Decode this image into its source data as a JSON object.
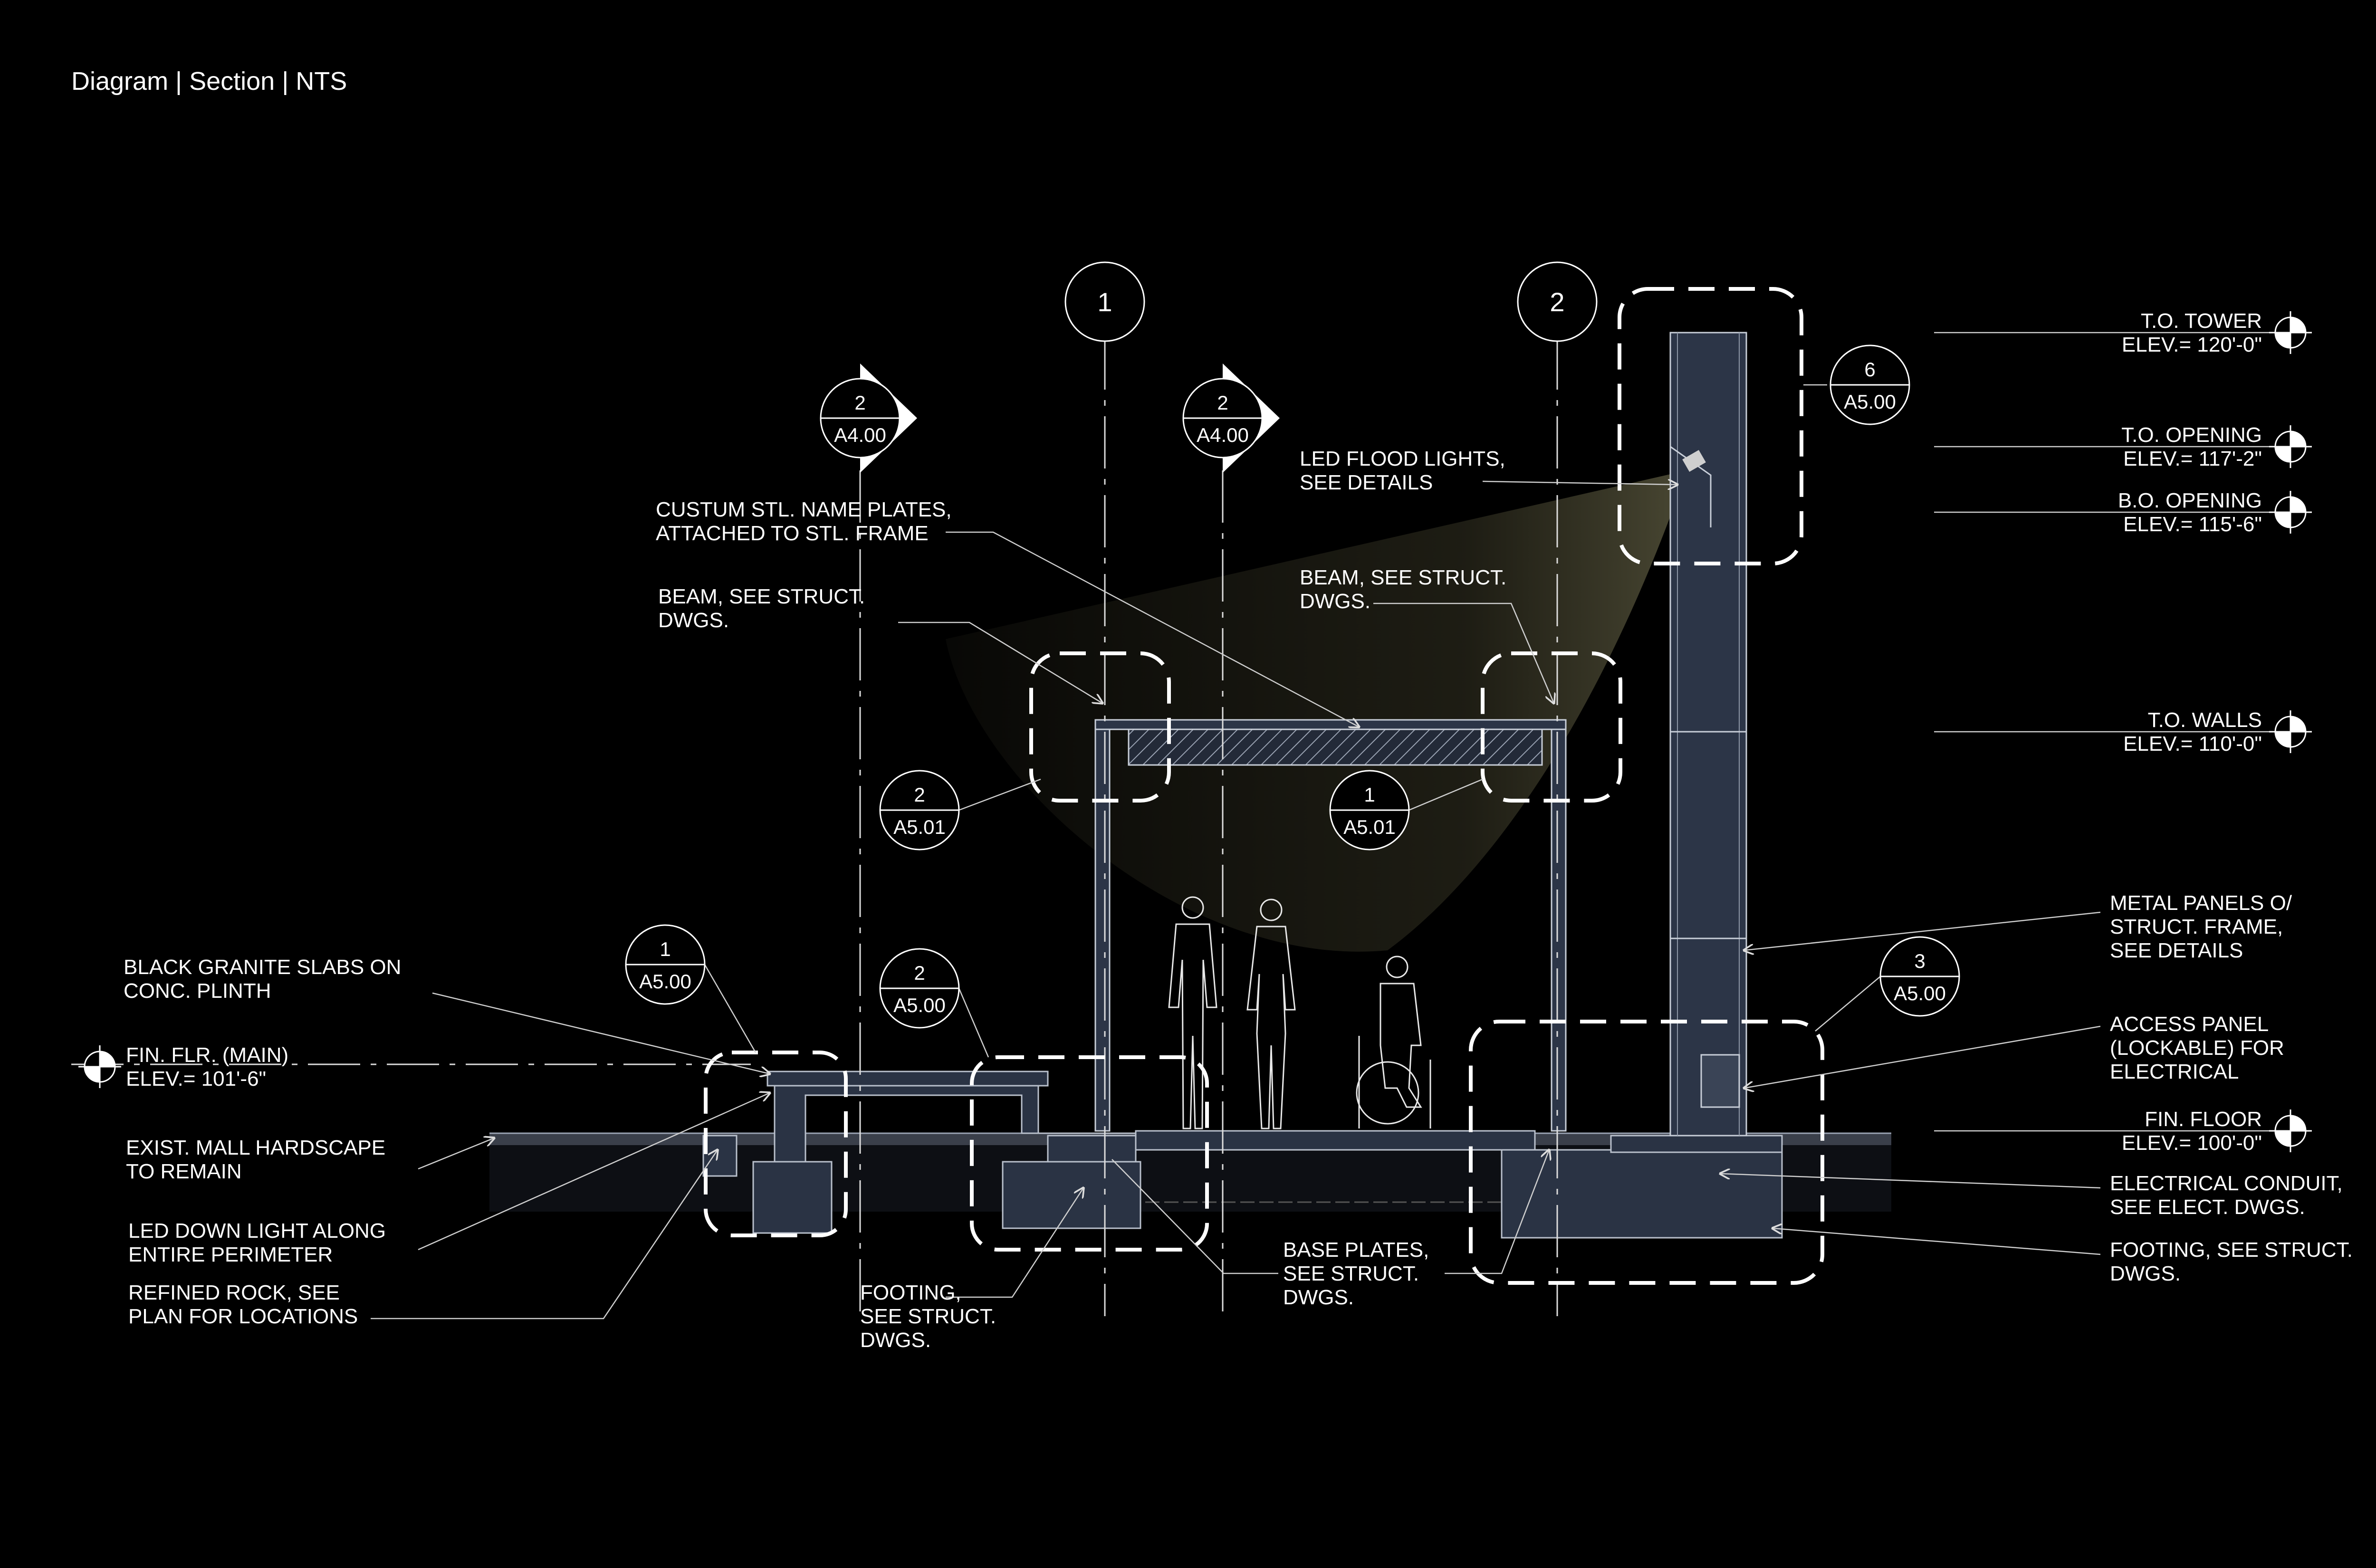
{
  "title": "Diagram | Section | NTS",
  "grid_bubbles": [
    {
      "id": "grid-1",
      "text": "1"
    },
    {
      "id": "grid-2",
      "text": "2"
    }
  ],
  "section_marks": [
    {
      "id": "section-mark-a",
      "num": "2",
      "sheet": "A4.00"
    },
    {
      "id": "section-mark-b",
      "num": "2",
      "sheet": "A4.00"
    }
  ],
  "detail_bubbles": [
    {
      "id": "detail-6",
      "num": "6",
      "sheet": "A5.00"
    },
    {
      "id": "detail-2-a501",
      "num": "2",
      "sheet": "A5.01"
    },
    {
      "id": "detail-1-a501",
      "num": "1",
      "sheet": "A5.01"
    },
    {
      "id": "detail-1-a500",
      "num": "1",
      "sheet": "A5.00"
    },
    {
      "id": "detail-2-a500",
      "num": "2",
      "sheet": "A5.00"
    },
    {
      "id": "detail-3-a500",
      "num": "3",
      "sheet": "A5.00"
    }
  ],
  "elevations": [
    {
      "id": "elev-to-tower",
      "name": "T.O. TOWER",
      "value": "ELEV.=  120'-0\""
    },
    {
      "id": "elev-to-opening",
      "name": "T.O. OPENING",
      "value": "ELEV.=  117'-2\""
    },
    {
      "id": "elev-bo-opening",
      "name": "B.O. OPENING",
      "value": "ELEV.=  115'-6\""
    },
    {
      "id": "elev-to-walls",
      "name": "T.O. WALLS",
      "value": "ELEV.=  110'-0\""
    },
    {
      "id": "elev-fin-floor",
      "name": "FIN. FLOOR",
      "value": "ELEV.=  100'-0\""
    },
    {
      "id": "elev-fin-flr-main",
      "name": "FIN. FLR. (MAIN)",
      "value": "ELEV.= 101'-6\""
    }
  ],
  "callouts": [
    {
      "id": "note-led-flood",
      "lines": [
        "LED FLOOD LIGHTS,",
        "SEE DETAILS"
      ]
    },
    {
      "id": "note-name-plates",
      "lines": [
        "CUSTUM STL. NAME PLATES,",
        "ATTACHED TO STL. FRAME"
      ]
    },
    {
      "id": "note-beam-left",
      "lines": [
        "BEAM, SEE STRUCT.",
        "DWGS."
      ]
    },
    {
      "id": "note-beam-right",
      "lines": [
        "BEAM, SEE STRUCT.",
        "DWGS."
      ]
    },
    {
      "id": "note-granite",
      "lines": [
        "BLACK GRANITE SLABS ON",
        "CONC. PLINTH"
      ]
    },
    {
      "id": "note-hardscape",
      "lines": [
        "EXIST. MALL HARDSCAPE",
        "TO REMAIN"
      ]
    },
    {
      "id": "note-led-down",
      "lines": [
        "LED DOWN LIGHT ALONG",
        "ENTIRE PERIMETER"
      ]
    },
    {
      "id": "note-refined-rock",
      "lines": [
        "REFINED ROCK, SEE",
        "PLAN FOR LOCATIONS"
      ]
    },
    {
      "id": "note-footing-center",
      "lines": [
        "FOOTING,",
        "SEE STRUCT.",
        "DWGS."
      ]
    },
    {
      "id": "note-base-plates",
      "lines": [
        "BASE PLATES,",
        "SEE STRUCT.",
        "DWGS."
      ]
    },
    {
      "id": "note-metal-panels",
      "lines": [
        "METAL PANELS O/",
        "STRUCT. FRAME,",
        "SEE DETAILS"
      ]
    },
    {
      "id": "note-access-panel",
      "lines": [
        "ACCESS PANEL",
        "(LOCKABLE) FOR",
        "ELECTRICAL"
      ]
    },
    {
      "id": "note-conduit",
      "lines": [
        "ELECTRICAL CONDUIT,",
        "SEE ELECT. DWGS."
      ]
    },
    {
      "id": "note-footing-right",
      "lines": [
        "FOOTING, SEE STRUCT.",
        "DWGS."
      ]
    }
  ]
}
